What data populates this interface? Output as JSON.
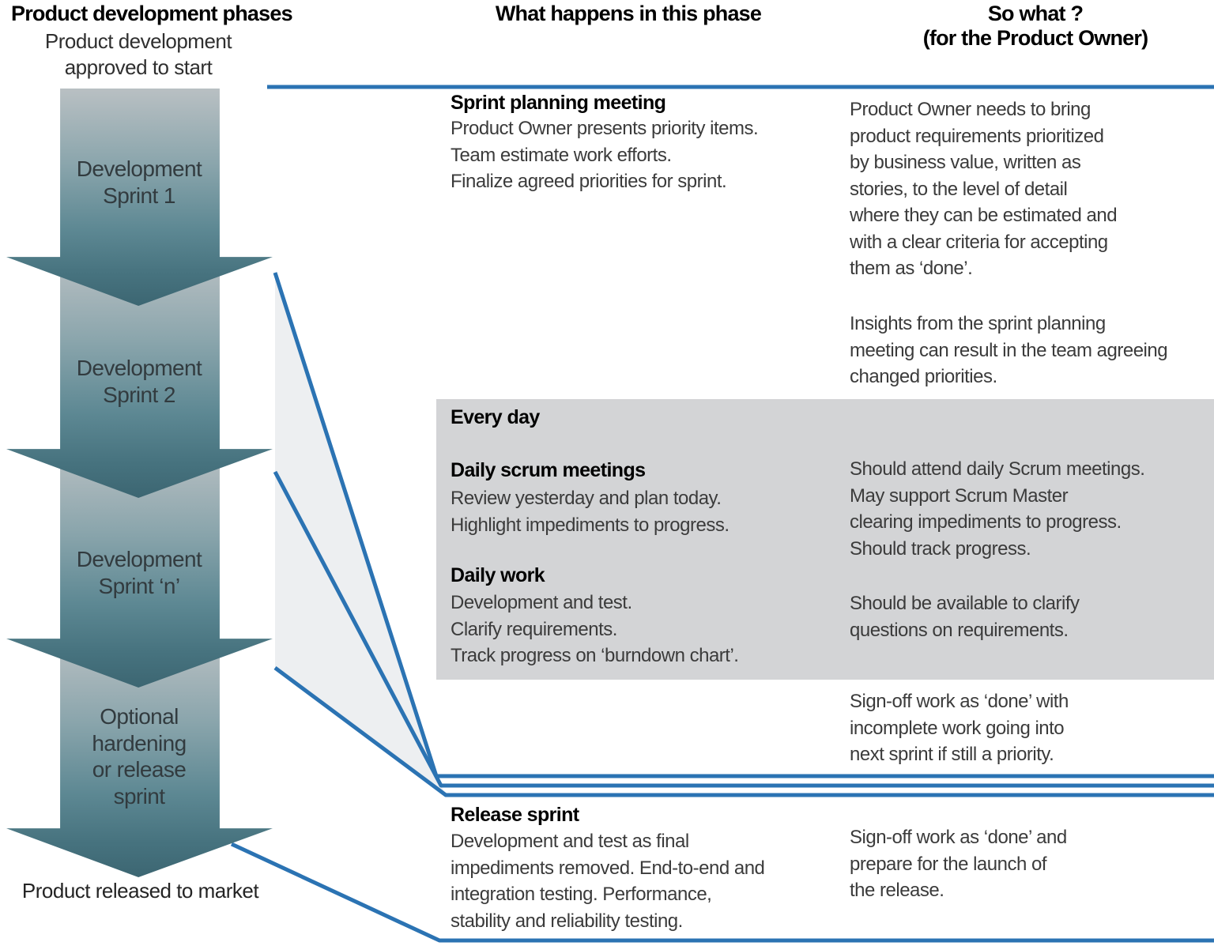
{
  "colors": {
    "line_blue": "#2b73b3",
    "band_gray": "#d3d4d6",
    "wedge_gray": "#edeff1",
    "arrow_teal_dark": "#3c6672",
    "arrow_light": "#b9c0c3"
  },
  "phases": {
    "header": "Product development phases",
    "subtitle": "Product development\napproved to start",
    "arrows": [
      {
        "label": "Development\nSprint 1"
      },
      {
        "label": "Development\nSprint 2"
      },
      {
        "label": "Development\nSprint ‘n’"
      },
      {
        "label": "Optional\nhardening\nor release\nsprint"
      }
    ],
    "footer": "Product released to market"
  },
  "what_happens": {
    "header": "What happens in this phase",
    "sprint_planning": {
      "title": "Sprint planning meeting",
      "body": "Product Owner presents priority items.\nTeam estimate work efforts.\nFinalize agreed priorities for sprint."
    },
    "every_day": {
      "title": "Every day",
      "daily_scrum_title": "Daily scrum meetings",
      "daily_scrum_body": "Review yesterday and plan today.\nHighlight impediments to progress.",
      "daily_work_title": "Daily work",
      "daily_work_body": "Development and test.\nClarify requirements.\nTrack progress on ‘burndown chart’."
    },
    "release_sprint": {
      "title": "Release sprint",
      "body": "Development and test as final\nimpediments removed. End-to-end and\nintegration testing. Performance,\nstability and reliability testing."
    }
  },
  "so_what": {
    "header": "So what ?\n(for the Product Owner)",
    "notes": {
      "bring_requirements": "Product Owner needs to bring\nproduct requirements prioritized\nby business value, written as\nstories, to the level of detail\nwhere they can be estimated and\nwith a clear criteria for accepting\nthem as ‘done’.",
      "insights": "Insights from the sprint planning\nmeeting can result in the team agreeing\nchanged priorities.",
      "attend_meetings": "Should attend daily Scrum meetings.\nMay support Scrum Master\nclearing impediments to progress.\nShould track progress.",
      "available_clarify": "Should be available to clarify\nquestions on requirements.",
      "signoff_next_sprint": "Sign-off work as ‘done’ with\nincomplete work going into\nnext sprint if still a priority.",
      "signoff_release": "Sign-off work as ‘done’ and\nprepare for the launch of\nthe release."
    }
  }
}
